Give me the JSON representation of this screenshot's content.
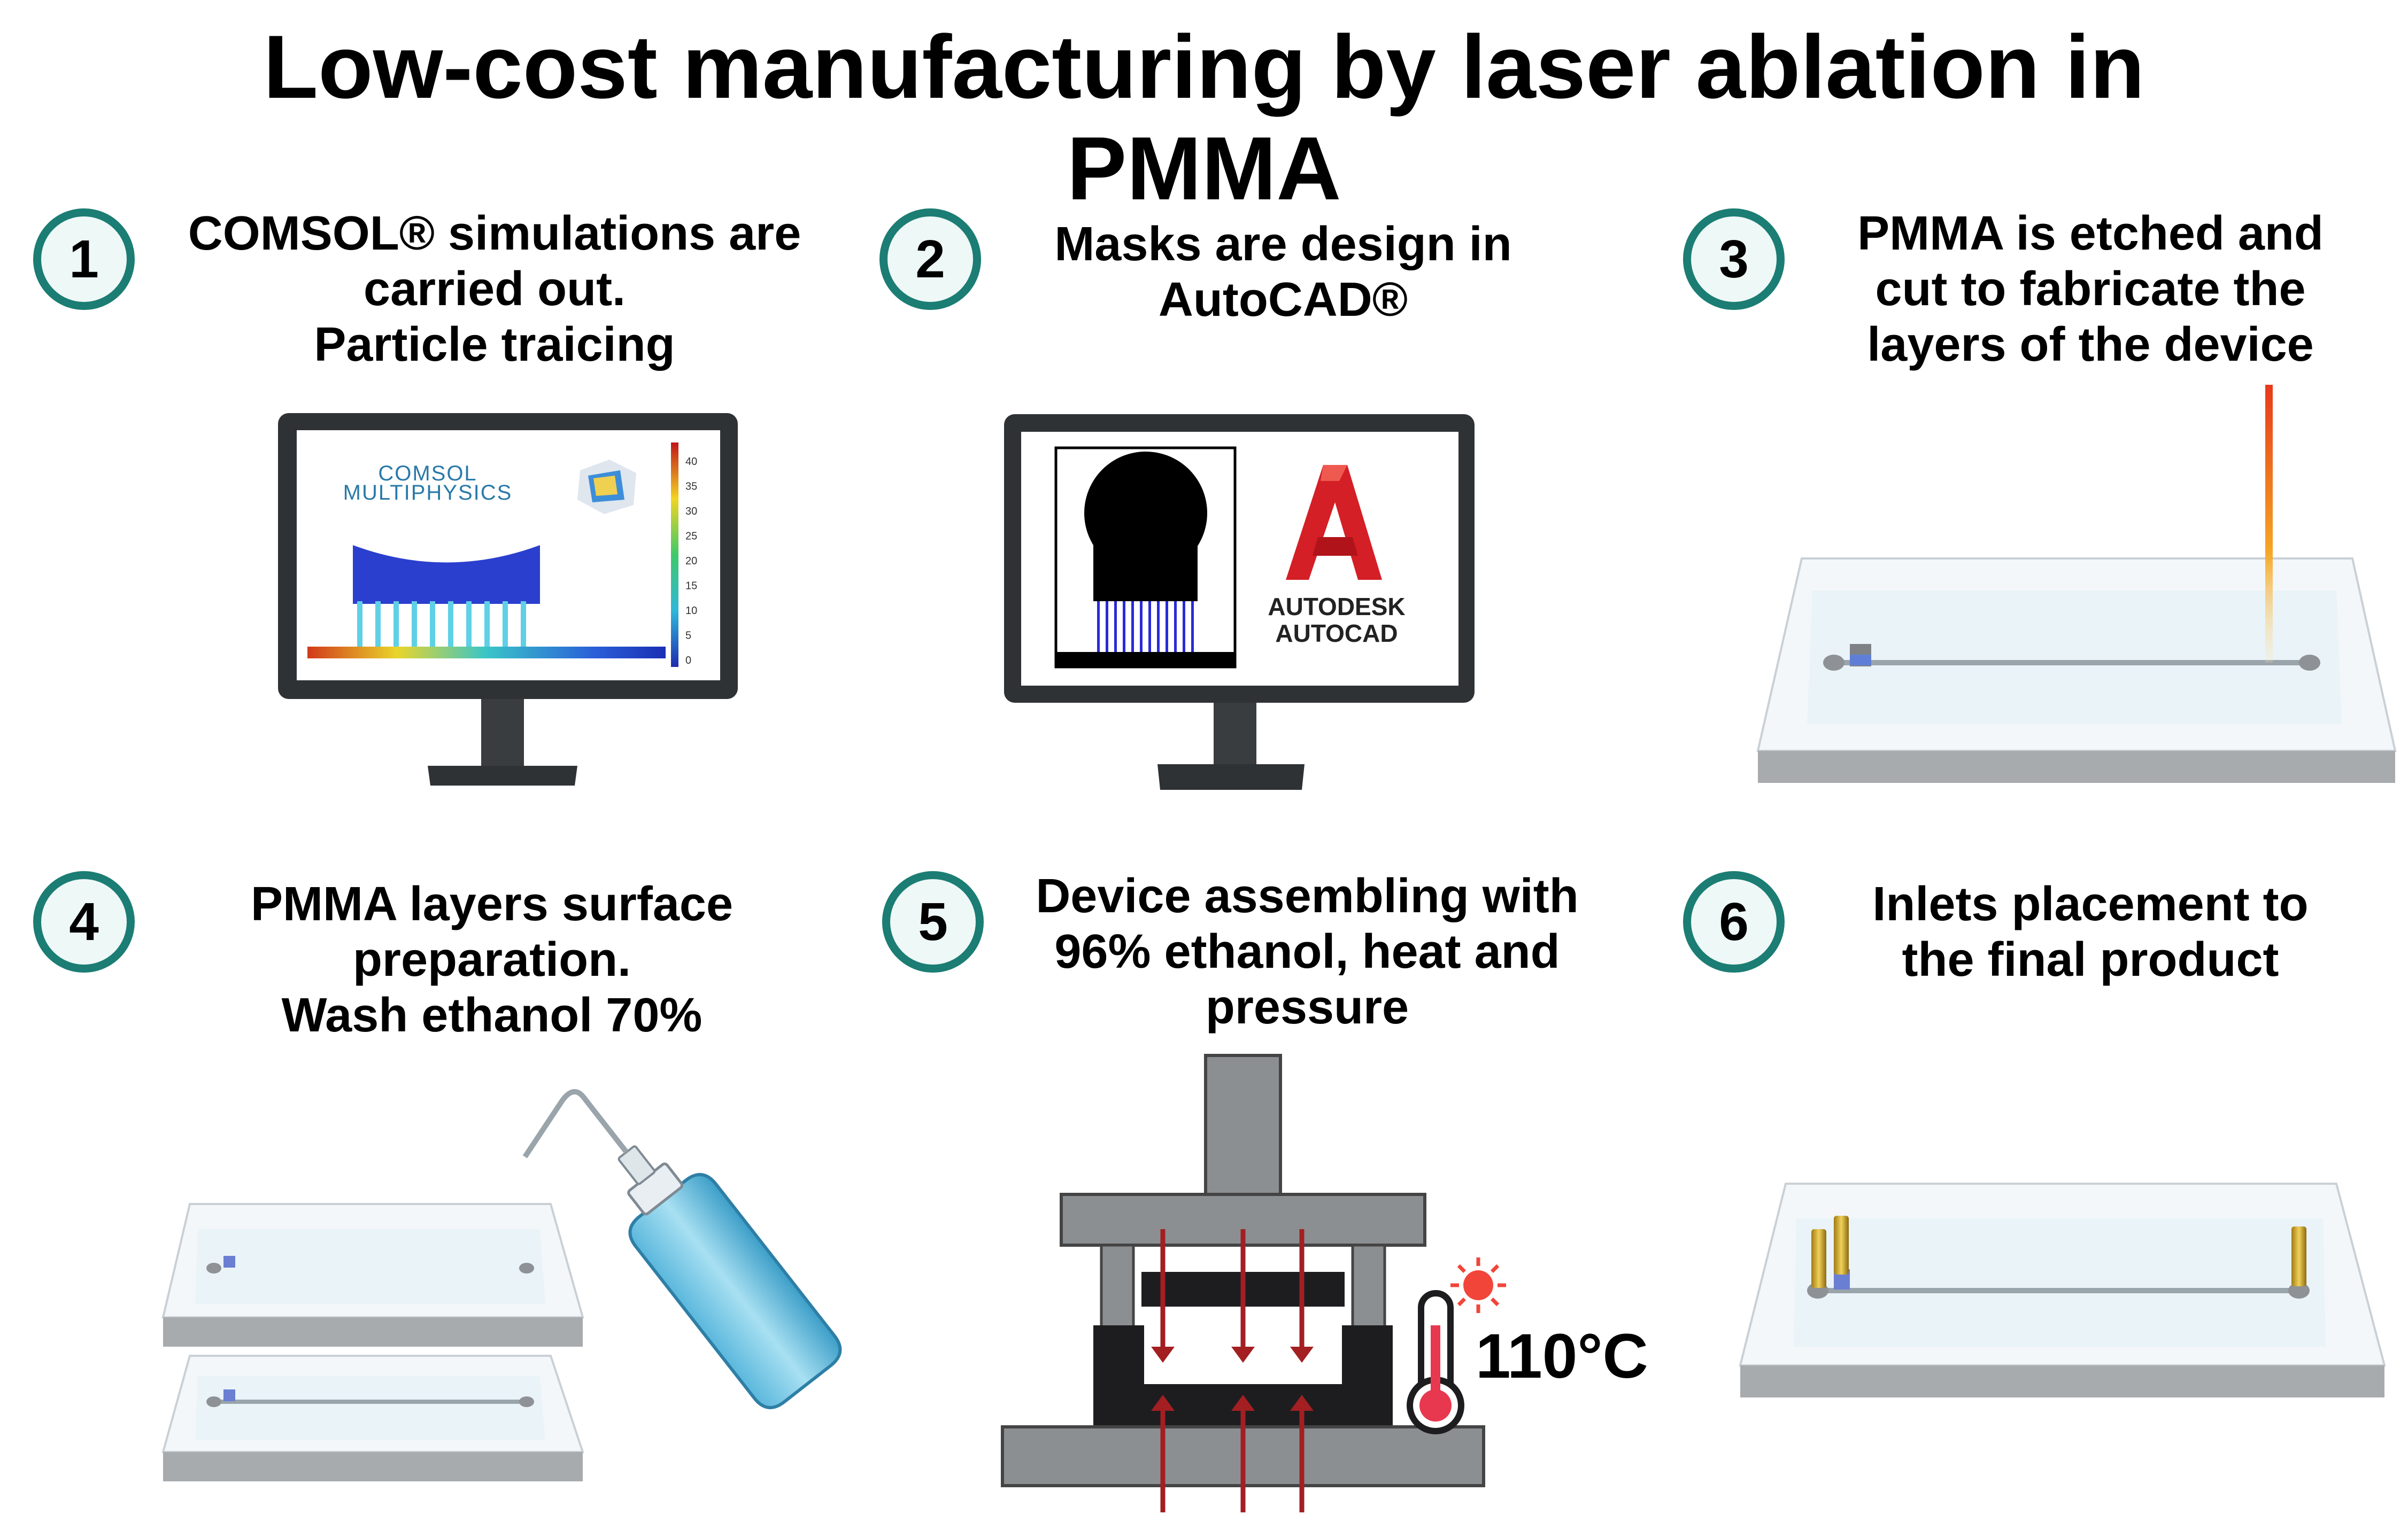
{
  "title": {
    "line1": "Low-cost manufacturing by laser ablation in",
    "line2": "PMMA"
  },
  "colors": {
    "badge_border": "#1b7d73",
    "badge_fill": "#eef8f6",
    "arrow": "#a31f22",
    "laser": "#f39a1b"
  },
  "steps": [
    {
      "number": "1",
      "lines": [
        "COMSOL® simulations are",
        "carried out.",
        "Particle traicing"
      ]
    },
    {
      "number": "2",
      "lines": [
        "Masks are design in",
        "AutoCAD®"
      ]
    },
    {
      "number": "3",
      "lines": [
        "PMMA is etched and",
        "cut to fabricate the",
        "layers of the device"
      ]
    },
    {
      "number": "4",
      "lines": [
        "PMMA layers surface",
        "preparation.",
        "Wash ethanol 70%"
      ]
    },
    {
      "number": "5",
      "lines": [
        "Device assembling with",
        "96% ethanol, heat and",
        "pressure"
      ]
    },
    {
      "number": "6",
      "lines": [
        "Inlets placement to",
        "the final product"
      ]
    }
  ],
  "comsol": {
    "logo_line1": "COMSOL",
    "logo_line2": "MULTIPHYSICS",
    "colorbar_ticks": [
      "40",
      "35",
      "30",
      "25",
      "20",
      "15",
      "10",
      "5",
      "0"
    ]
  },
  "autocad": {
    "logo_line1": "AUTODESK",
    "logo_line2": "AUTOCAD"
  },
  "press": {
    "temperature": "110°C"
  }
}
